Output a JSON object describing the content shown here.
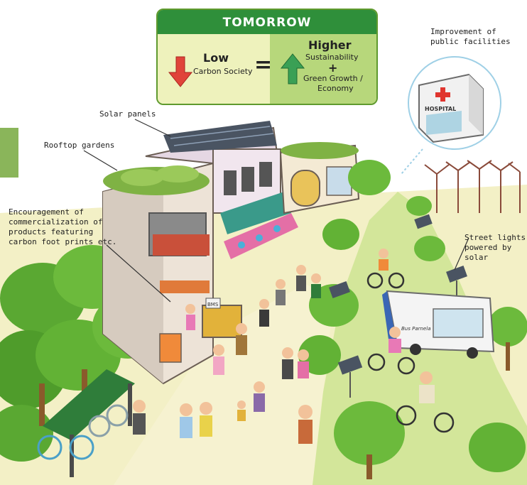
{
  "tomorrow": {
    "title": "TOMORROW",
    "low_word": "Low",
    "low_sub": "Carbon Society",
    "equals": "=",
    "higher_word": "Higher",
    "higher_sub": "Sustainability",
    "plus": "+",
    "growth_line1": "Green Growth /",
    "growth_line2": "Economy"
  },
  "labels": {
    "public_facilities": "Improvement of\npublic facilities",
    "solar_panels": "Solar panels",
    "rooftop_gardens": "Rooftop gardens",
    "encouragement": "Encouragement of\ncommercialization of\nproducts featuring\ncarbon foot prints etc.",
    "street_lights": "Street lights\npowered by\nsolar"
  },
  "signs": {
    "hospital": "HOSPITAL",
    "bus_route": "Bus Parnela",
    "shop_sign": "BMS"
  },
  "colors": {
    "header_green": "#2f8f3a",
    "down_arrow": "#e0443a",
    "up_arrow": "#3aa055",
    "grass": "#c9df8d",
    "tree": "#6cba3c"
  }
}
